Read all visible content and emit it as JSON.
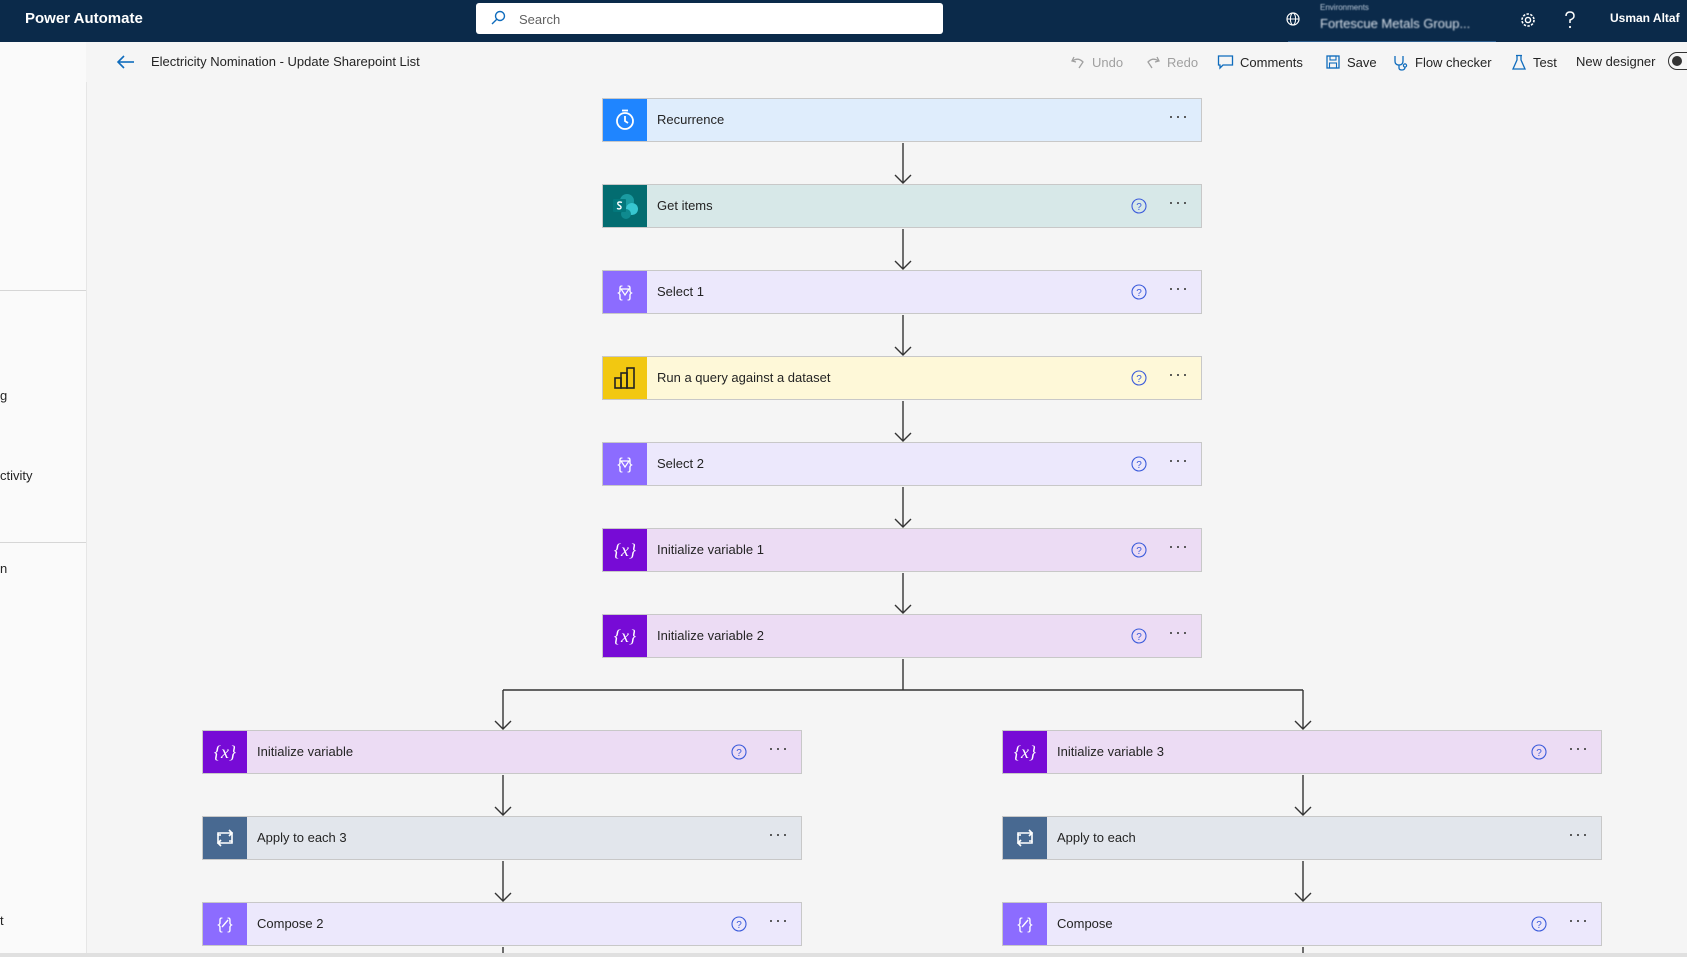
{
  "topbar": {
    "brand": "Power Automate",
    "search_placeholder": "Search",
    "environment_label": "Environments",
    "environment_name": "Fortescue Metals Group...",
    "user_name": "Usman Altaf"
  },
  "left_nav": {
    "fragments": [
      "g",
      "ctivity",
      "n",
      "t"
    ]
  },
  "command_bar": {
    "flow_title": "Electricity Nomination - Update Sharepoint List",
    "undo": "Undo",
    "redo": "Redo",
    "comments": "Comments",
    "save": "Save",
    "flow_checker": "Flow checker",
    "test": "Test",
    "new_designer": "New designer"
  },
  "colors": {
    "topbar": "#0b2a4a",
    "recurrence_icon": "#1f85ff",
    "recurrence_card": "#dfedfc",
    "sharepoint_icon": "#036c70",
    "sharepoint_card": "#d7e8e8",
    "dataops_icon": "#8c6cff",
    "dataops_card": "#ece8fc",
    "powerbi_icon": "#f2c811",
    "powerbi_card": "#fef8d8",
    "variable_icon": "#770bd6",
    "variable_card": "#ecdcf4",
    "control_icon": "#486991",
    "control_card": "#e2e6ec"
  },
  "main_flow": [
    {
      "name": "Recurrence",
      "icon": "alarm-clock-icon",
      "help": false
    },
    {
      "name": "Get items",
      "icon": "sharepoint-icon",
      "help": true
    },
    {
      "name": "Select 1",
      "icon": "select-icon",
      "help": true
    },
    {
      "name": "Run a query against a dataset",
      "icon": "power-bi-icon",
      "help": true
    },
    {
      "name": "Select 2",
      "icon": "select-icon",
      "help": true
    },
    {
      "name": "Initialize variable 1",
      "icon": "variable-icon",
      "help": true
    },
    {
      "name": "Initialize variable 2",
      "icon": "variable-icon",
      "help": true
    }
  ],
  "left_branch": [
    {
      "name": "Initialize variable",
      "icon": "variable-icon",
      "help": true
    },
    {
      "name": "Apply to each 3",
      "icon": "loop-icon",
      "help": false
    },
    {
      "name": "Compose 2",
      "icon": "compose-icon",
      "help": true
    }
  ],
  "right_branch": [
    {
      "name": "Initialize variable 3",
      "icon": "variable-icon",
      "help": true
    },
    {
      "name": "Apply to each",
      "icon": "loop-icon",
      "help": false
    },
    {
      "name": "Compose",
      "icon": "compose-icon",
      "help": true
    }
  ]
}
